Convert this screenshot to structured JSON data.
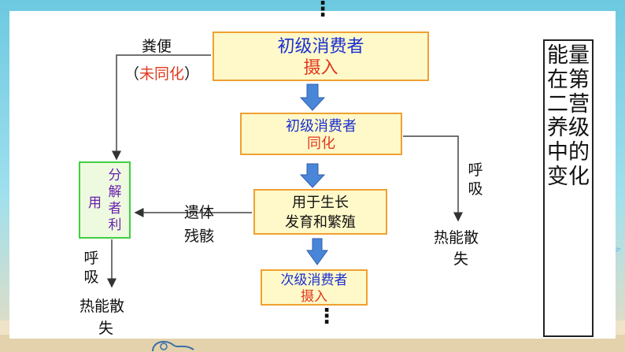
{
  "boxes": {
    "primary_intake": {
      "line1": "初级消费者",
      "line2": "摄入"
    },
    "primary_assimilation": {
      "line1": "初级消费者",
      "line2": "同化"
    },
    "growth": {
      "line1": "用于生长",
      "line2": "发育和繁殖"
    },
    "secondary_intake": {
      "line1": "次级消费者",
      "line2": "摄入"
    }
  },
  "decomposer": {
    "use": "用",
    "column": "分解者利"
  },
  "labels": {
    "feces": "粪便",
    "not_assimilated_open": "（",
    "not_assimilated": "未同化",
    "not_assimilated_close": "）",
    "remains_1": "遗体",
    "remains_2": "残骸",
    "respiration_right": "呼吸",
    "heat_right_1": "热能散",
    "heat_right_2": "失",
    "respiration_left": "呼吸",
    "heat_left_1": "热能散",
    "heat_left_2": "失"
  },
  "side_title": "能量在第二营养级中的变化",
  "colors": {
    "blue_text": "#1a2fd0",
    "red_text": "#e0391e",
    "box_fill": "#fff9c9",
    "box_border": "#f0a030",
    "arrow_blue": "#4a86d8"
  }
}
